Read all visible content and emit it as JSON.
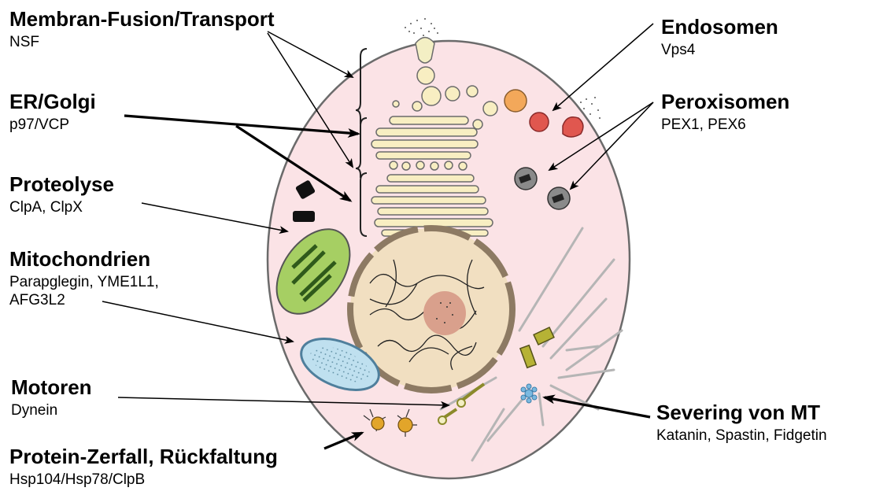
{
  "labels": {
    "membran": {
      "title": "Membran-Fusion/Transport",
      "sub": "NSF"
    },
    "er_golgi": {
      "title": "ER/Golgi",
      "sub": "p97/VCP"
    },
    "proteolyse": {
      "title": "Proteolyse",
      "sub": "ClpA, ClpX"
    },
    "mito": {
      "title": "Mitochondrien",
      "sub1": "Parapglegin, YME1L1,",
      "sub2": "AFG3L2"
    },
    "motoren": {
      "title": "Motoren",
      "sub": "Dynein"
    },
    "protein": {
      "title": "Protein-Zerfall, Rückfaltung",
      "sub": "Hsp104/Hsp78/ClpB"
    },
    "endosomen": {
      "title": "Endosomen",
      "sub": "Vps4"
    },
    "peroxisomen": {
      "title": "Peroxisomen",
      "sub": "PEX1, PEX6"
    },
    "severing": {
      "title": "Severing von MT",
      "sub": "Katanin, Spastin, Fidgetin"
    }
  },
  "colors": {
    "cytoplasm": "#fbe3e6",
    "nucleus": "#f1dfc1",
    "nucleus_envelope": "#8d7a63",
    "nucleolus": "#d9a08c",
    "golgi": "#f8eec2",
    "mitochondrion_green": "#a6cf63",
    "mitochondrion_blue": "#bfe0ef",
    "endosome_orange": "#f3a85a",
    "endosome_red": "#e0574f",
    "peroxisome": "#8a8a8a",
    "microtubule": "#b5b5b5",
    "motor": "#8b8a2a"
  }
}
